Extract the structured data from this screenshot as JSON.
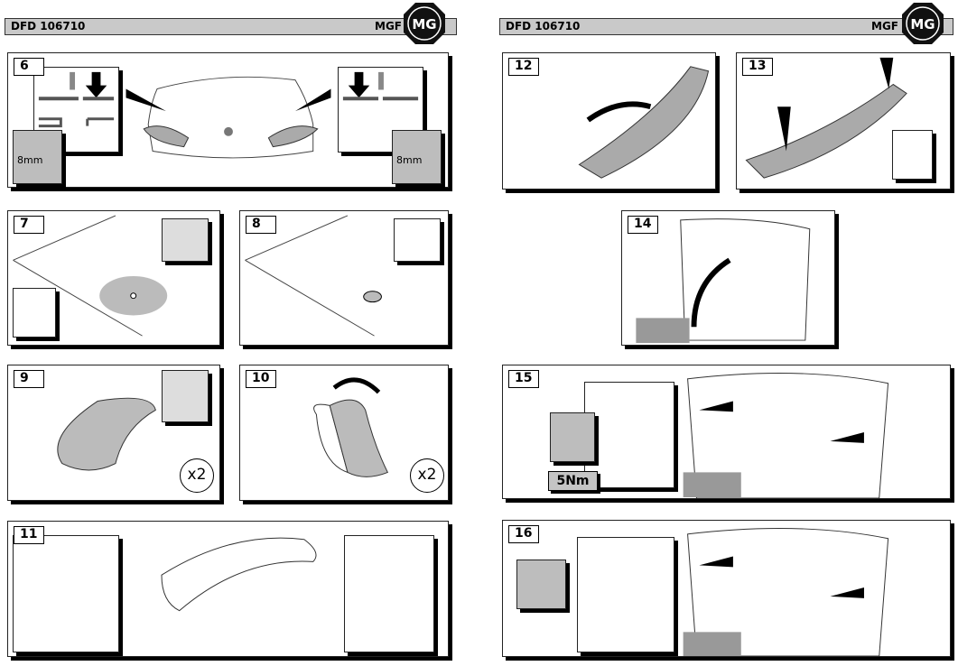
{
  "pages": [
    {
      "doc_code": "DFD 106710",
      "model": "MGF",
      "logo": "MG octagon logo"
    },
    {
      "doc_code": "DFD 106710",
      "model": "MGF",
      "logo": "MG octagon logo"
    }
  ],
  "steps": {
    "s6": {
      "number": "6",
      "tool_size_left": "8mm",
      "tool_size_right": "8mm"
    },
    "s7": {
      "number": "7"
    },
    "s8": {
      "number": "8"
    },
    "s9": {
      "number": "9",
      "quantity": "x2"
    },
    "s10": {
      "number": "10",
      "quantity": "x2"
    },
    "s11": {
      "number": "11"
    },
    "s12": {
      "number": "12"
    },
    "s13": {
      "number": "13"
    },
    "s14": {
      "number": "14"
    },
    "s15": {
      "number": "15",
      "torque": "5Nm"
    },
    "s16": {
      "number": "16"
    }
  }
}
